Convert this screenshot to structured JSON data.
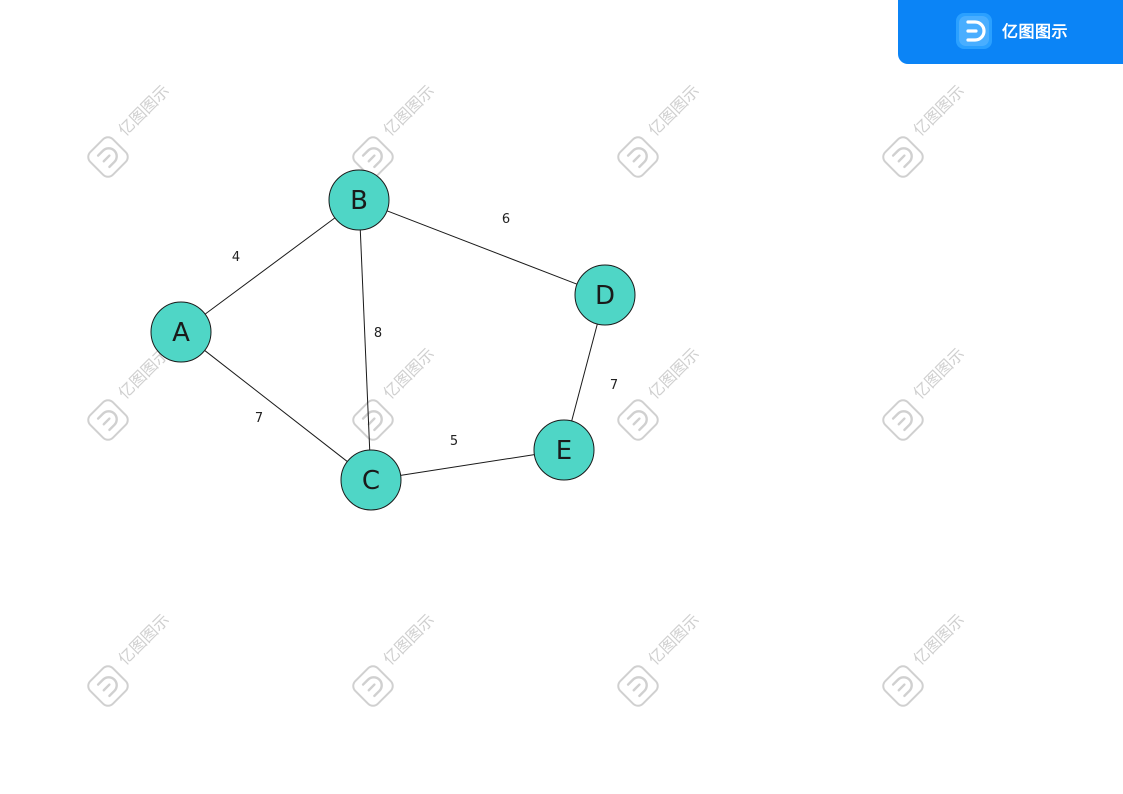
{
  "brand": {
    "name": "亿图图示",
    "logo_icon": "edraw-logo-icon",
    "bg_color": "#0b84f6"
  },
  "watermark": {
    "text": "亿图图示",
    "icon": "edraw-watermark-icon",
    "color": "#d0d0d0"
  },
  "graph": {
    "node_fill": "#4fd6c6",
    "nodes": [
      {
        "id": "A",
        "label": "A"
      },
      {
        "id": "B",
        "label": "B"
      },
      {
        "id": "C",
        "label": "C"
      },
      {
        "id": "D",
        "label": "D"
      },
      {
        "id": "E",
        "label": "E"
      }
    ],
    "edges": [
      {
        "from": "A",
        "to": "B",
        "weight": "4"
      },
      {
        "from": "A",
        "to": "C",
        "weight": "7"
      },
      {
        "from": "B",
        "to": "C",
        "weight": "8"
      },
      {
        "from": "B",
        "to": "D",
        "weight": "6"
      },
      {
        "from": "C",
        "to": "E",
        "weight": "5"
      },
      {
        "from": "D",
        "to": "E",
        "weight": "7"
      }
    ]
  }
}
